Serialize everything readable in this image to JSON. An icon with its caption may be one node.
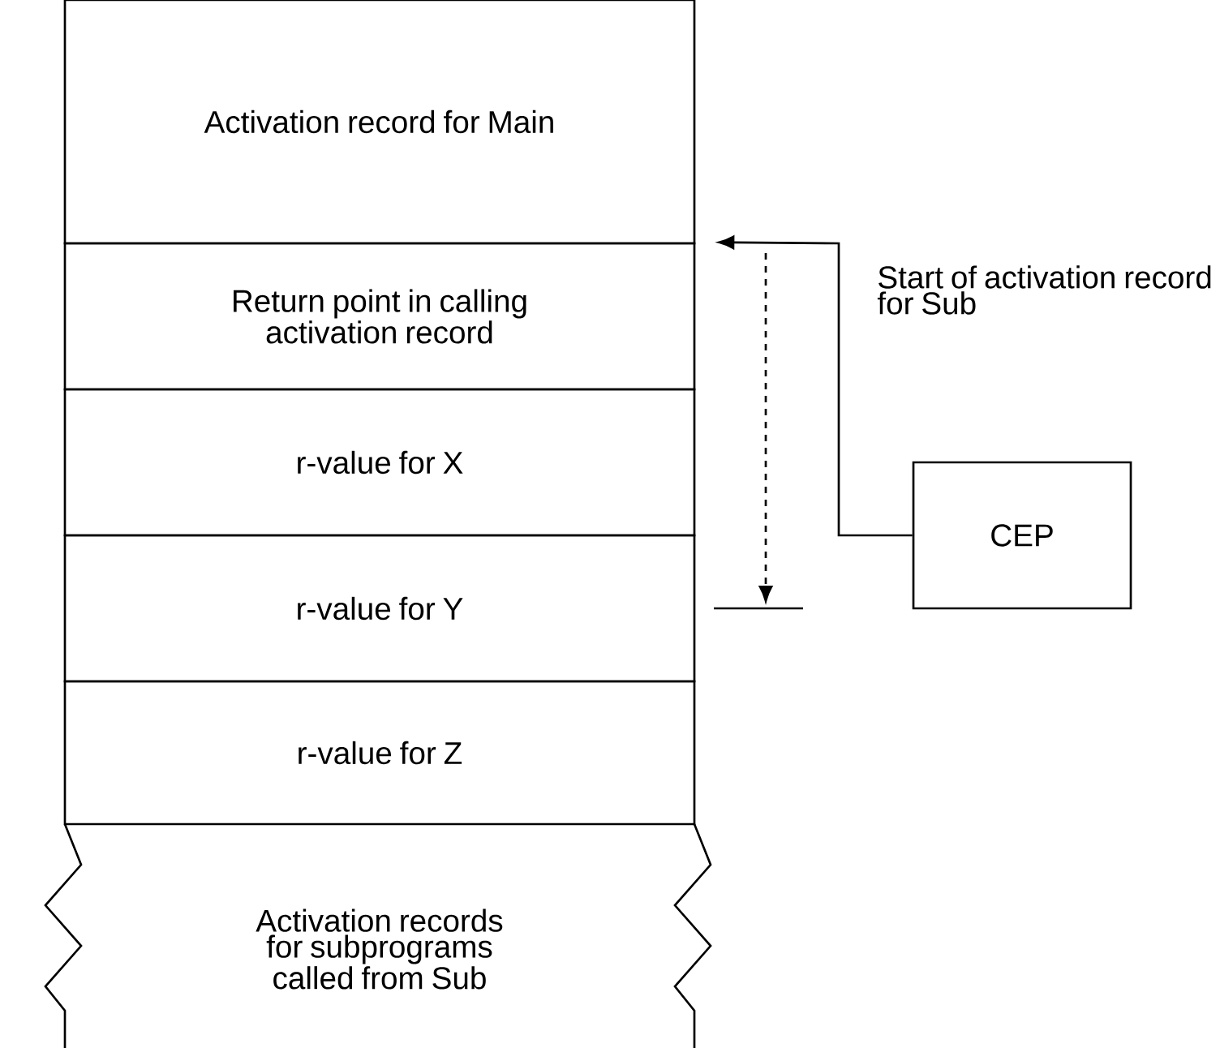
{
  "diagram": {
    "nodes": [
      {
        "text": [
          "Activation record for Main"
        ]
      },
      {
        "text": [
          "Return point in calling activation record"
        ]
      },
      {
        "text": [
          "r-value for X"
        ]
      },
      {
        "text": [
          "r-value for Y"
        ]
      },
      {
        "text": [
          "r-value for Z"
        ]
      },
      {
        "text": [
          "Activation records for subprograms called from Sub"
        ]
      },
      {
        "text": [
          "CEP"
        ]
      }
    ],
    "edges": [
      {
        "from": 6,
        "to": 1,
        "arrow": "to"
      }
    ],
    "labels": [
      "Start of activation record for Sub"
    ]
  }
}
